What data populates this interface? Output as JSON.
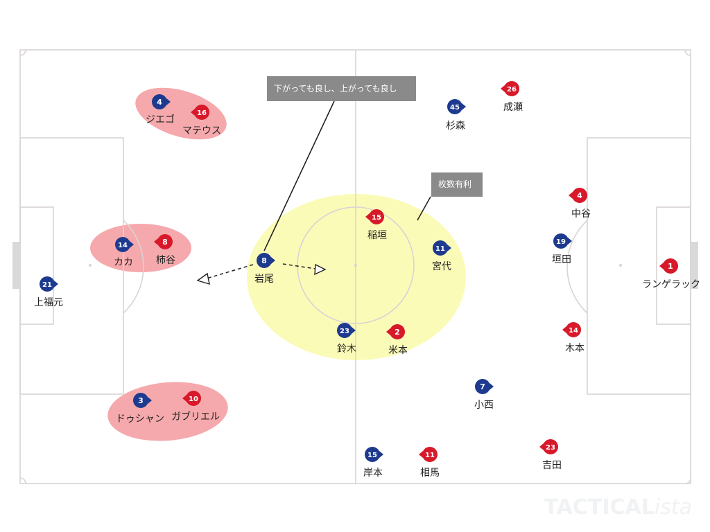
{
  "colors": {
    "blue": "#1d3a8f",
    "red": "#d7192a",
    "pink_zone": "#f6a9ac",
    "yellow_zone": "#fbfbb8",
    "pitch_line": "#d8d4d4",
    "callout_bg": "#8a8a8a"
  },
  "callouts": {
    "top": "下がっても良し、上がっても良し",
    "numbers": "枚数有利"
  },
  "watermark": {
    "main": "TACTICAL",
    "suffix": "ista"
  },
  "players": [
    {
      "id": "p-blue-21",
      "team": "blue",
      "number": "21",
      "name": "上福元"
    },
    {
      "id": "p-blue-4",
      "team": "blue",
      "number": "4",
      "name": "ジエゴ"
    },
    {
      "id": "p-blue-14",
      "team": "blue",
      "number": "14",
      "name": "カカ"
    },
    {
      "id": "p-blue-3",
      "team": "blue",
      "number": "3",
      "name": "ドゥシャン"
    },
    {
      "id": "p-blue-8",
      "team": "blue",
      "number": "8",
      "name": "岩尾"
    },
    {
      "id": "p-blue-23",
      "team": "blue",
      "number": "23",
      "name": "鈴木"
    },
    {
      "id": "p-blue-11",
      "team": "blue",
      "number": "11",
      "name": "宮代"
    },
    {
      "id": "p-blue-45",
      "team": "blue",
      "number": "45",
      "name": "杉森"
    },
    {
      "id": "p-blue-19",
      "team": "blue",
      "number": "19",
      "name": "垣田"
    },
    {
      "id": "p-blue-7",
      "team": "blue",
      "number": "7",
      "name": "小西"
    },
    {
      "id": "p-blue-15",
      "team": "blue",
      "number": "15",
      "name": "岸本"
    },
    {
      "id": "p-red-16",
      "team": "red",
      "number": "16",
      "name": "マテウス"
    },
    {
      "id": "p-red-8",
      "team": "red",
      "number": "8",
      "name": "柿谷"
    },
    {
      "id": "p-red-10",
      "team": "red",
      "number": "10",
      "name": "ガブリエル"
    },
    {
      "id": "p-red-15",
      "team": "red",
      "number": "15",
      "name": "稲垣"
    },
    {
      "id": "p-red-2",
      "team": "red",
      "number": "2",
      "name": "米本"
    },
    {
      "id": "p-red-26",
      "team": "red",
      "number": "26",
      "name": "成瀬"
    },
    {
      "id": "p-red-4",
      "team": "red",
      "number": "4",
      "name": "中谷"
    },
    {
      "id": "p-red-14",
      "team": "red",
      "number": "14",
      "name": "木本"
    },
    {
      "id": "p-red-1",
      "team": "red",
      "number": "1",
      "name": "ランゲラック"
    },
    {
      "id": "p-red-23",
      "team": "red",
      "number": "23",
      "name": "吉田"
    },
    {
      "id": "p-red-11",
      "team": "red",
      "number": "11",
      "name": "相馬"
    }
  ]
}
